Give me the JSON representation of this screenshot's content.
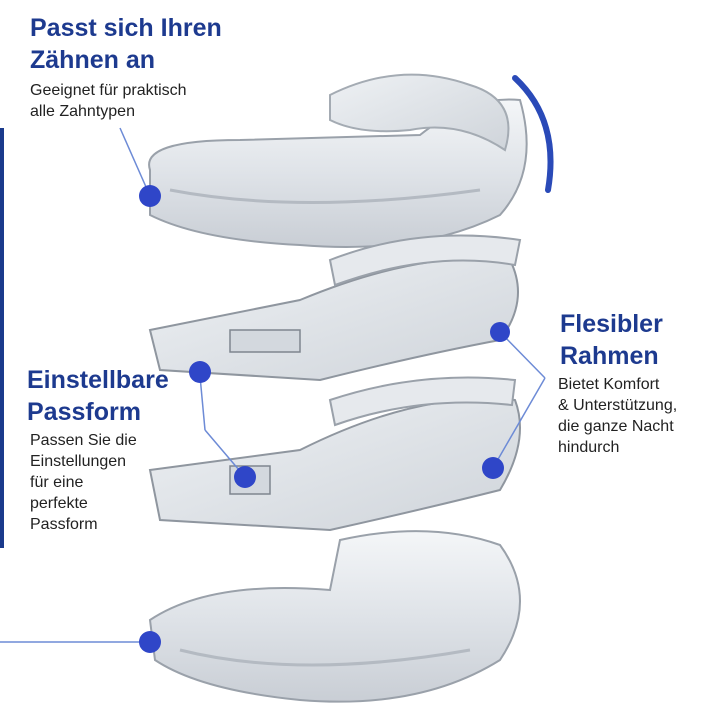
{
  "callouts": {
    "fit": {
      "title": [
        "Passt sich Ihren",
        "Zähnen an"
      ],
      "text": [
        "Geeignet für praktisch",
        "alle Zahntypen"
      ]
    },
    "adjustable": {
      "title": [
        "Einstellbare",
        "Passform"
      ],
      "text": [
        "Passen Sie die",
        "Einstellungen",
        "für eine",
        "perfekte",
        "Passform"
      ]
    },
    "flexible": {
      "title": [
        "Flesibler",
        "Rahmen"
      ],
      "text": [
        "Bietet Komfort",
        "& Unterstützung,",
        "die ganze Nacht",
        "hindurch"
      ]
    }
  },
  "colors": {
    "accent": "#1d3a8f",
    "dot": "#2f46c8",
    "text": "#222222"
  },
  "image": {
    "subject": "mouthguard-exploded-view"
  }
}
